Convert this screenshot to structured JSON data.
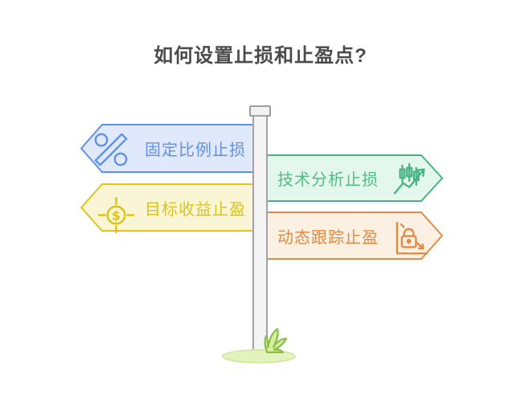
{
  "title": "如何设置止损和止盈点?",
  "signs": [
    {
      "label": "固定比例止损",
      "icon": "percent-icon",
      "side": "left",
      "fill": "#e0e8fb",
      "border": "#6191e6",
      "text_color": "#6191e6"
    },
    {
      "label": "技术分析止损",
      "icon": "candlestick-chart-icon",
      "side": "right",
      "fill": "#e3f7ec",
      "border": "#47b383",
      "text_color": "#4fbe85"
    },
    {
      "label": "目标收益止盈",
      "icon": "dollar-target-icon",
      "side": "left",
      "fill": "#faf5d4",
      "border": "#ddc41f",
      "text_color": "#d9c320"
    },
    {
      "label": "动态跟踪止盈",
      "icon": "trailing-lock-icon",
      "side": "right",
      "fill": "#fcf0e2",
      "border": "#e18a45",
      "text_color": "#e08a45"
    }
  ],
  "icon_glyphs": {
    "dollar_symbol": "$"
  },
  "signpost": {
    "pole_fill": "#f4f4f4",
    "pole_border": "#a3a3a3",
    "grass_mound_fill": "#e4f3bd",
    "grass_tuft_fill": "#d8ee9e",
    "grass_tuft_outline": "#8abd4a"
  },
  "title_color": "#4b4b4b",
  "background_color": "#ffffff"
}
